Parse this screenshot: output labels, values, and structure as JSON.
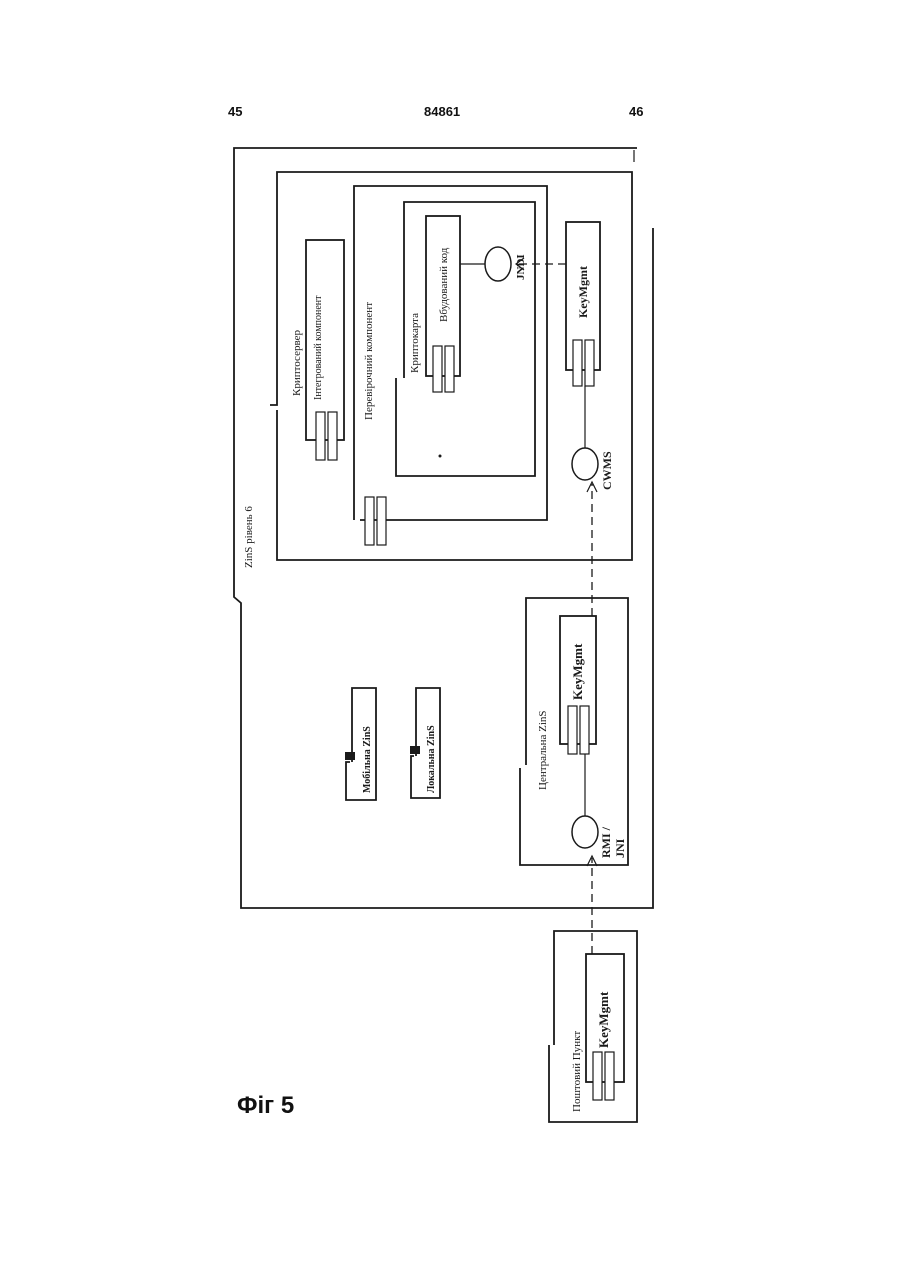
{
  "header": {
    "page_left": "45",
    "patent_number": "84861",
    "page_right": "46"
  },
  "figure_caption": "Фіг 5",
  "diagram": {
    "outer_label": "ZinS  рівень 6",
    "cryptoserver": "Криптосервер",
    "integrated_component": "Інтегрований компонент",
    "verifying_component": "Перевірочний компонент",
    "cryptocard": "Криптокарта",
    "embedded_code": "Вбудований код",
    "jndi": "JNDI",
    "keymgmt_crypto": "KeyMgmt",
    "cwms": "CWMS",
    "mobile_zins": "Мобільна ZinS",
    "local_zins": "Локальна ZinS",
    "central_zins": "Центральна ZinS",
    "keymgmt_central": "KeyMgmt",
    "rmi_jni_1": "RMI /",
    "rmi_jni_2": "JNI",
    "post_office": "Поштовий Пункт",
    "keymgmt_post": "KeyMgmt"
  }
}
